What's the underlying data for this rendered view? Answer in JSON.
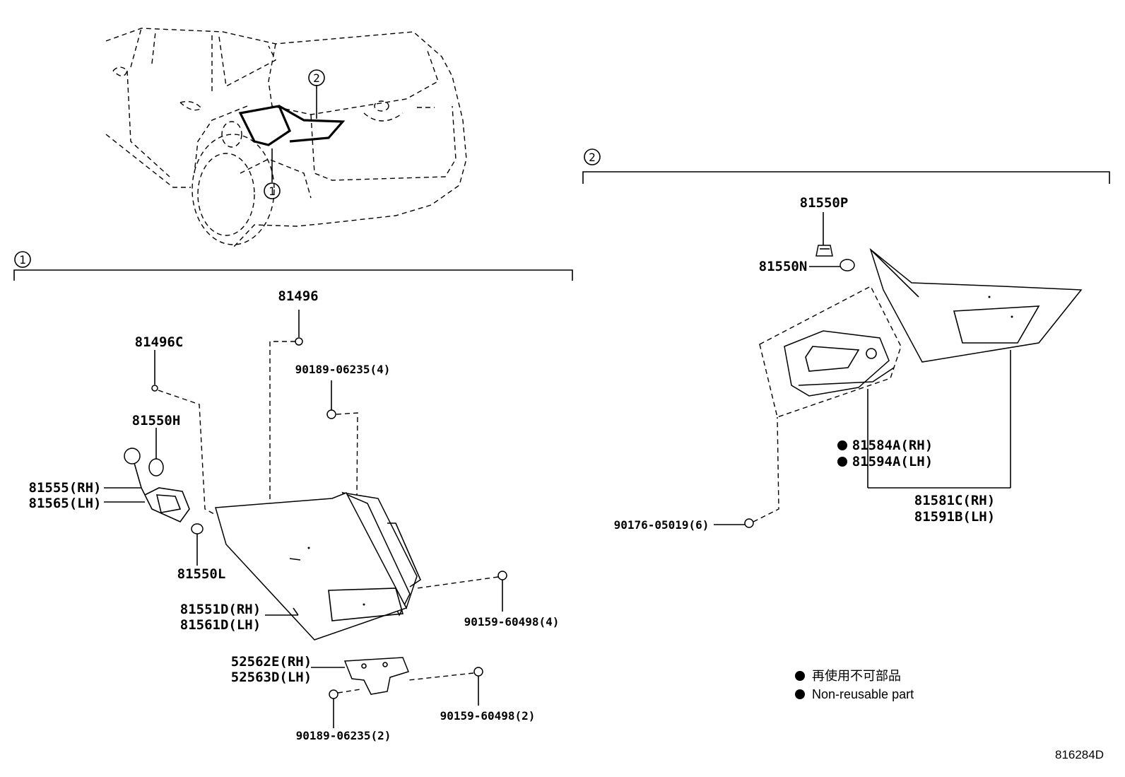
{
  "diagram_code": "816284D",
  "callouts": {
    "c1": "1",
    "c2": "2"
  },
  "section1": {
    "number": "1",
    "parts": {
      "p81496": "81496",
      "p81496c": "81496C",
      "p90189_4": "90189-06235(4)",
      "p81550h": "81550H",
      "p81555": "81555(RH)",
      "p81565": "81565(LH)",
      "p81550l": "81550L",
      "p81551d": "81551D(RH)",
      "p81561d": "81561D(LH)",
      "p90159_4": "90159-60498(4)",
      "p52562e": "52562E(RH)",
      "p52563d": "52563D(LH)",
      "p90159_2": "90159-60498(2)",
      "p90189_2": "90189-06235(2)"
    }
  },
  "section2": {
    "number": "2",
    "parts": {
      "p81550p": "81550P",
      "p81550n": "81550N",
      "p81584a": "81584A(RH)",
      "p81594a": "81594A(LH)",
      "p81581c": "81581C(RH)",
      "p81591b": "81591B(LH)",
      "p90176": "90176-05019(6)"
    }
  },
  "legend": {
    "line1": "再使用不可部品",
    "line2": "Non-reusable part"
  }
}
